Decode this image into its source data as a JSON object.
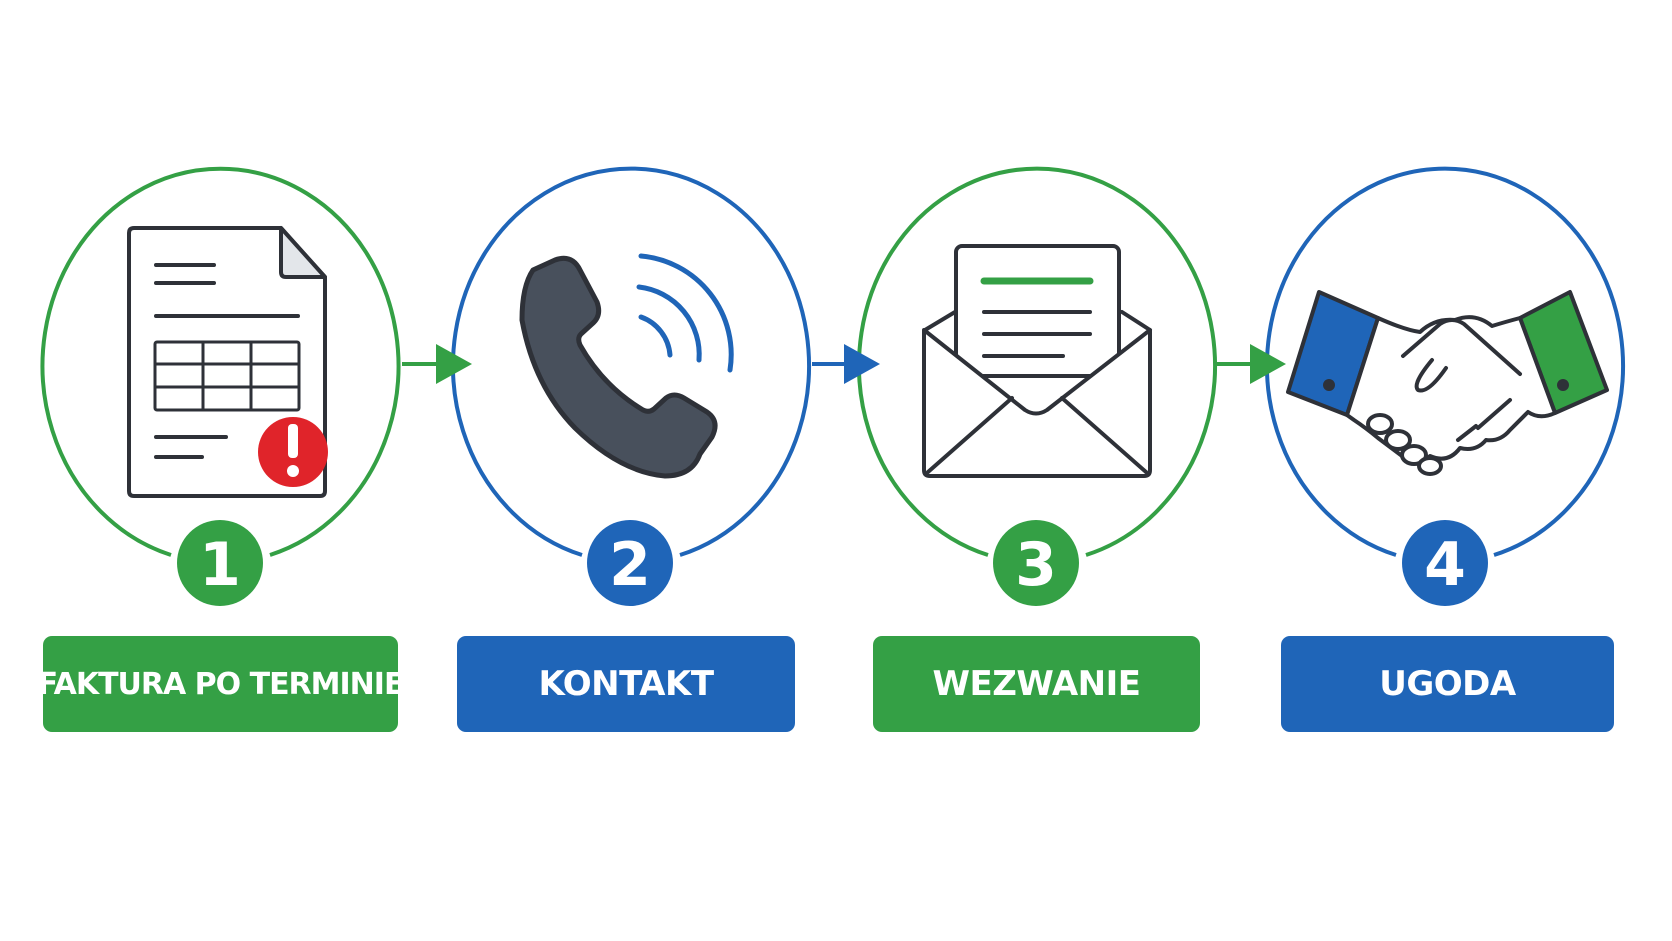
{
  "colors": {
    "green": "#34a045",
    "blue": "#1f65b8",
    "dark_stroke": "#2e3138",
    "phone_fill": "#48505c",
    "alert_red": "#e0242a",
    "paper": "#ffffff",
    "fold": "#e3e6ea"
  },
  "steps": [
    {
      "number": "1",
      "label": "FAKTURA PO TERMINIE",
      "color": "green",
      "icon": "invoice-overdue-icon"
    },
    {
      "number": "2",
      "label": "KONTAKT",
      "color": "blue",
      "icon": "phone-icon"
    },
    {
      "number": "3",
      "label": "WEZWANIE",
      "color": "green",
      "icon": "envelope-letter-icon"
    },
    {
      "number": "4",
      "label": "UGODA",
      "color": "blue",
      "icon": "handshake-icon"
    }
  ],
  "connectors": [
    {
      "from": "1",
      "to": "2",
      "color": "green"
    },
    {
      "from": "2",
      "to": "3",
      "color": "blue"
    },
    {
      "from": "3",
      "to": "4",
      "color": "green"
    }
  ]
}
